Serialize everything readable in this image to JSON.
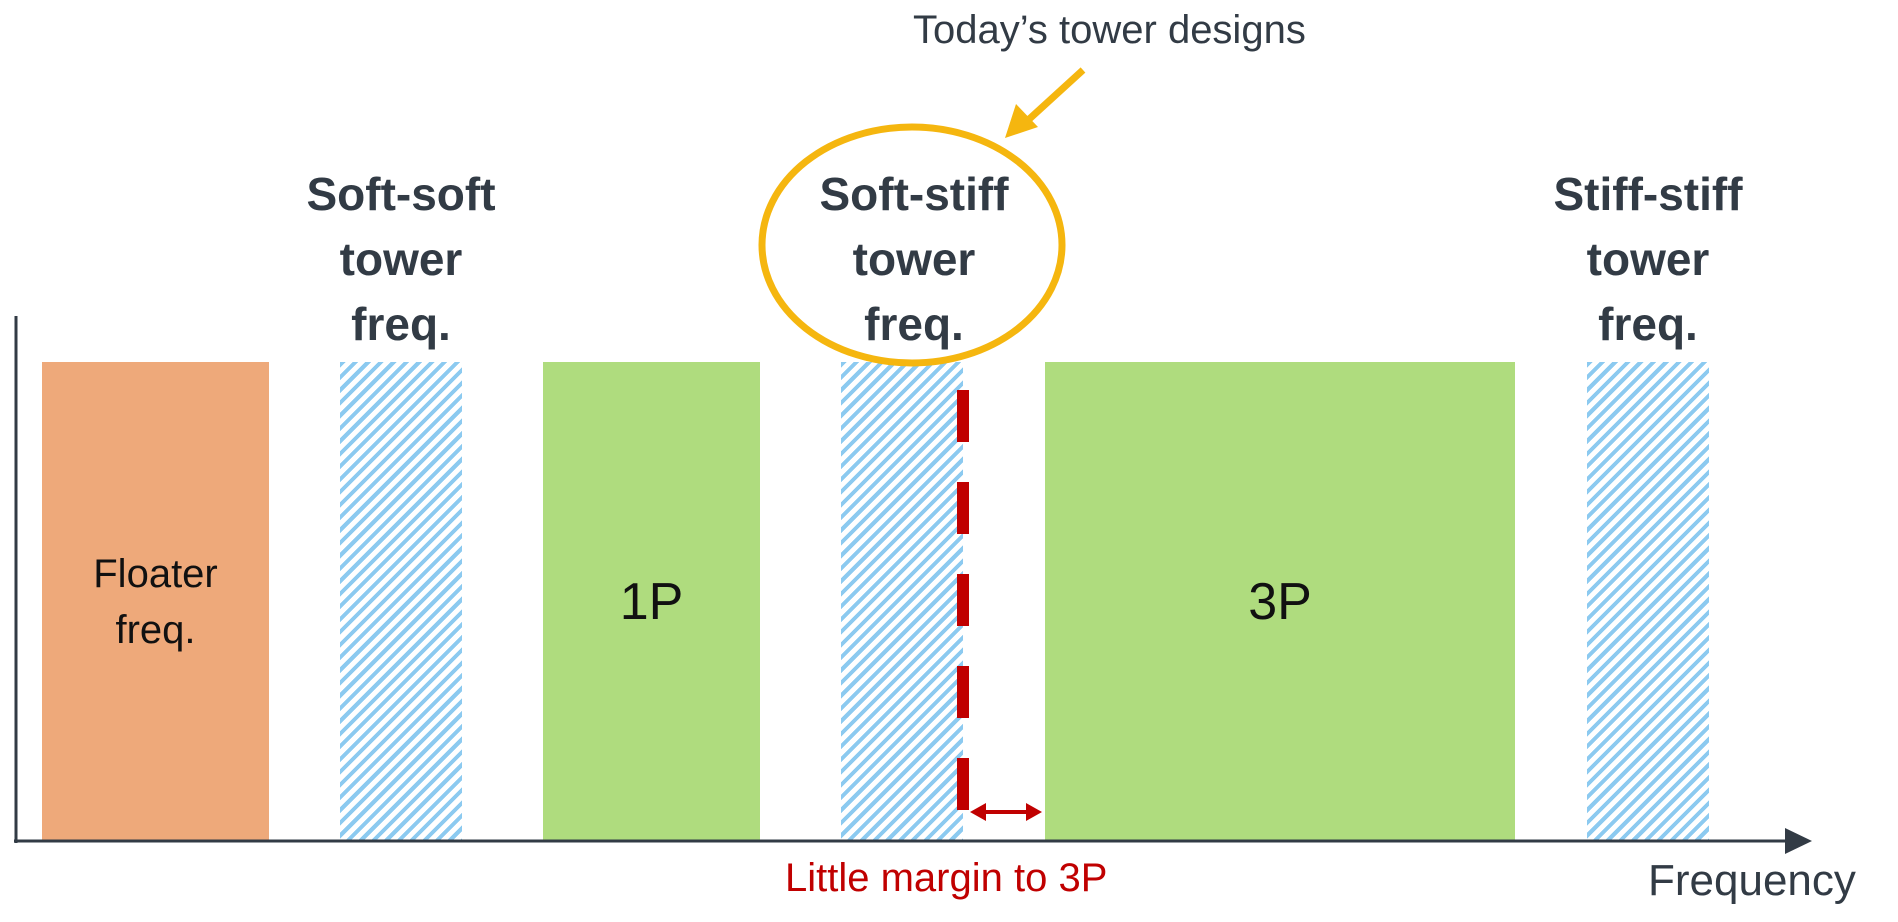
{
  "annotation": "Today’s tower designs",
  "bands": [
    {
      "id": "floater",
      "label": "Floater\nfreq."
    },
    {
      "id": "soft-soft",
      "label": ""
    },
    {
      "id": "1p",
      "label": "1P"
    },
    {
      "id": "soft-stiff",
      "label": ""
    },
    {
      "id": "3p",
      "label": "3P"
    },
    {
      "id": "stiff-stiff",
      "label": ""
    }
  ],
  "tower_labels": {
    "soft_soft": "Soft-soft\ntower\nfreq.",
    "soft_stiff": "Soft-stiff\ntower\nfreq.",
    "stiff_stiff": "Stiff-stiff\ntower\nfreq."
  },
  "margin_label": "Little margin to 3P",
  "x_axis_label": "Frequency",
  "colors": {
    "floater": "#eea97a",
    "load_band": "#afdc7e",
    "hatch": "#8ccaf0",
    "highlight": "#f5b60f",
    "margin": "#c00000",
    "axis": "#323b45"
  }
}
